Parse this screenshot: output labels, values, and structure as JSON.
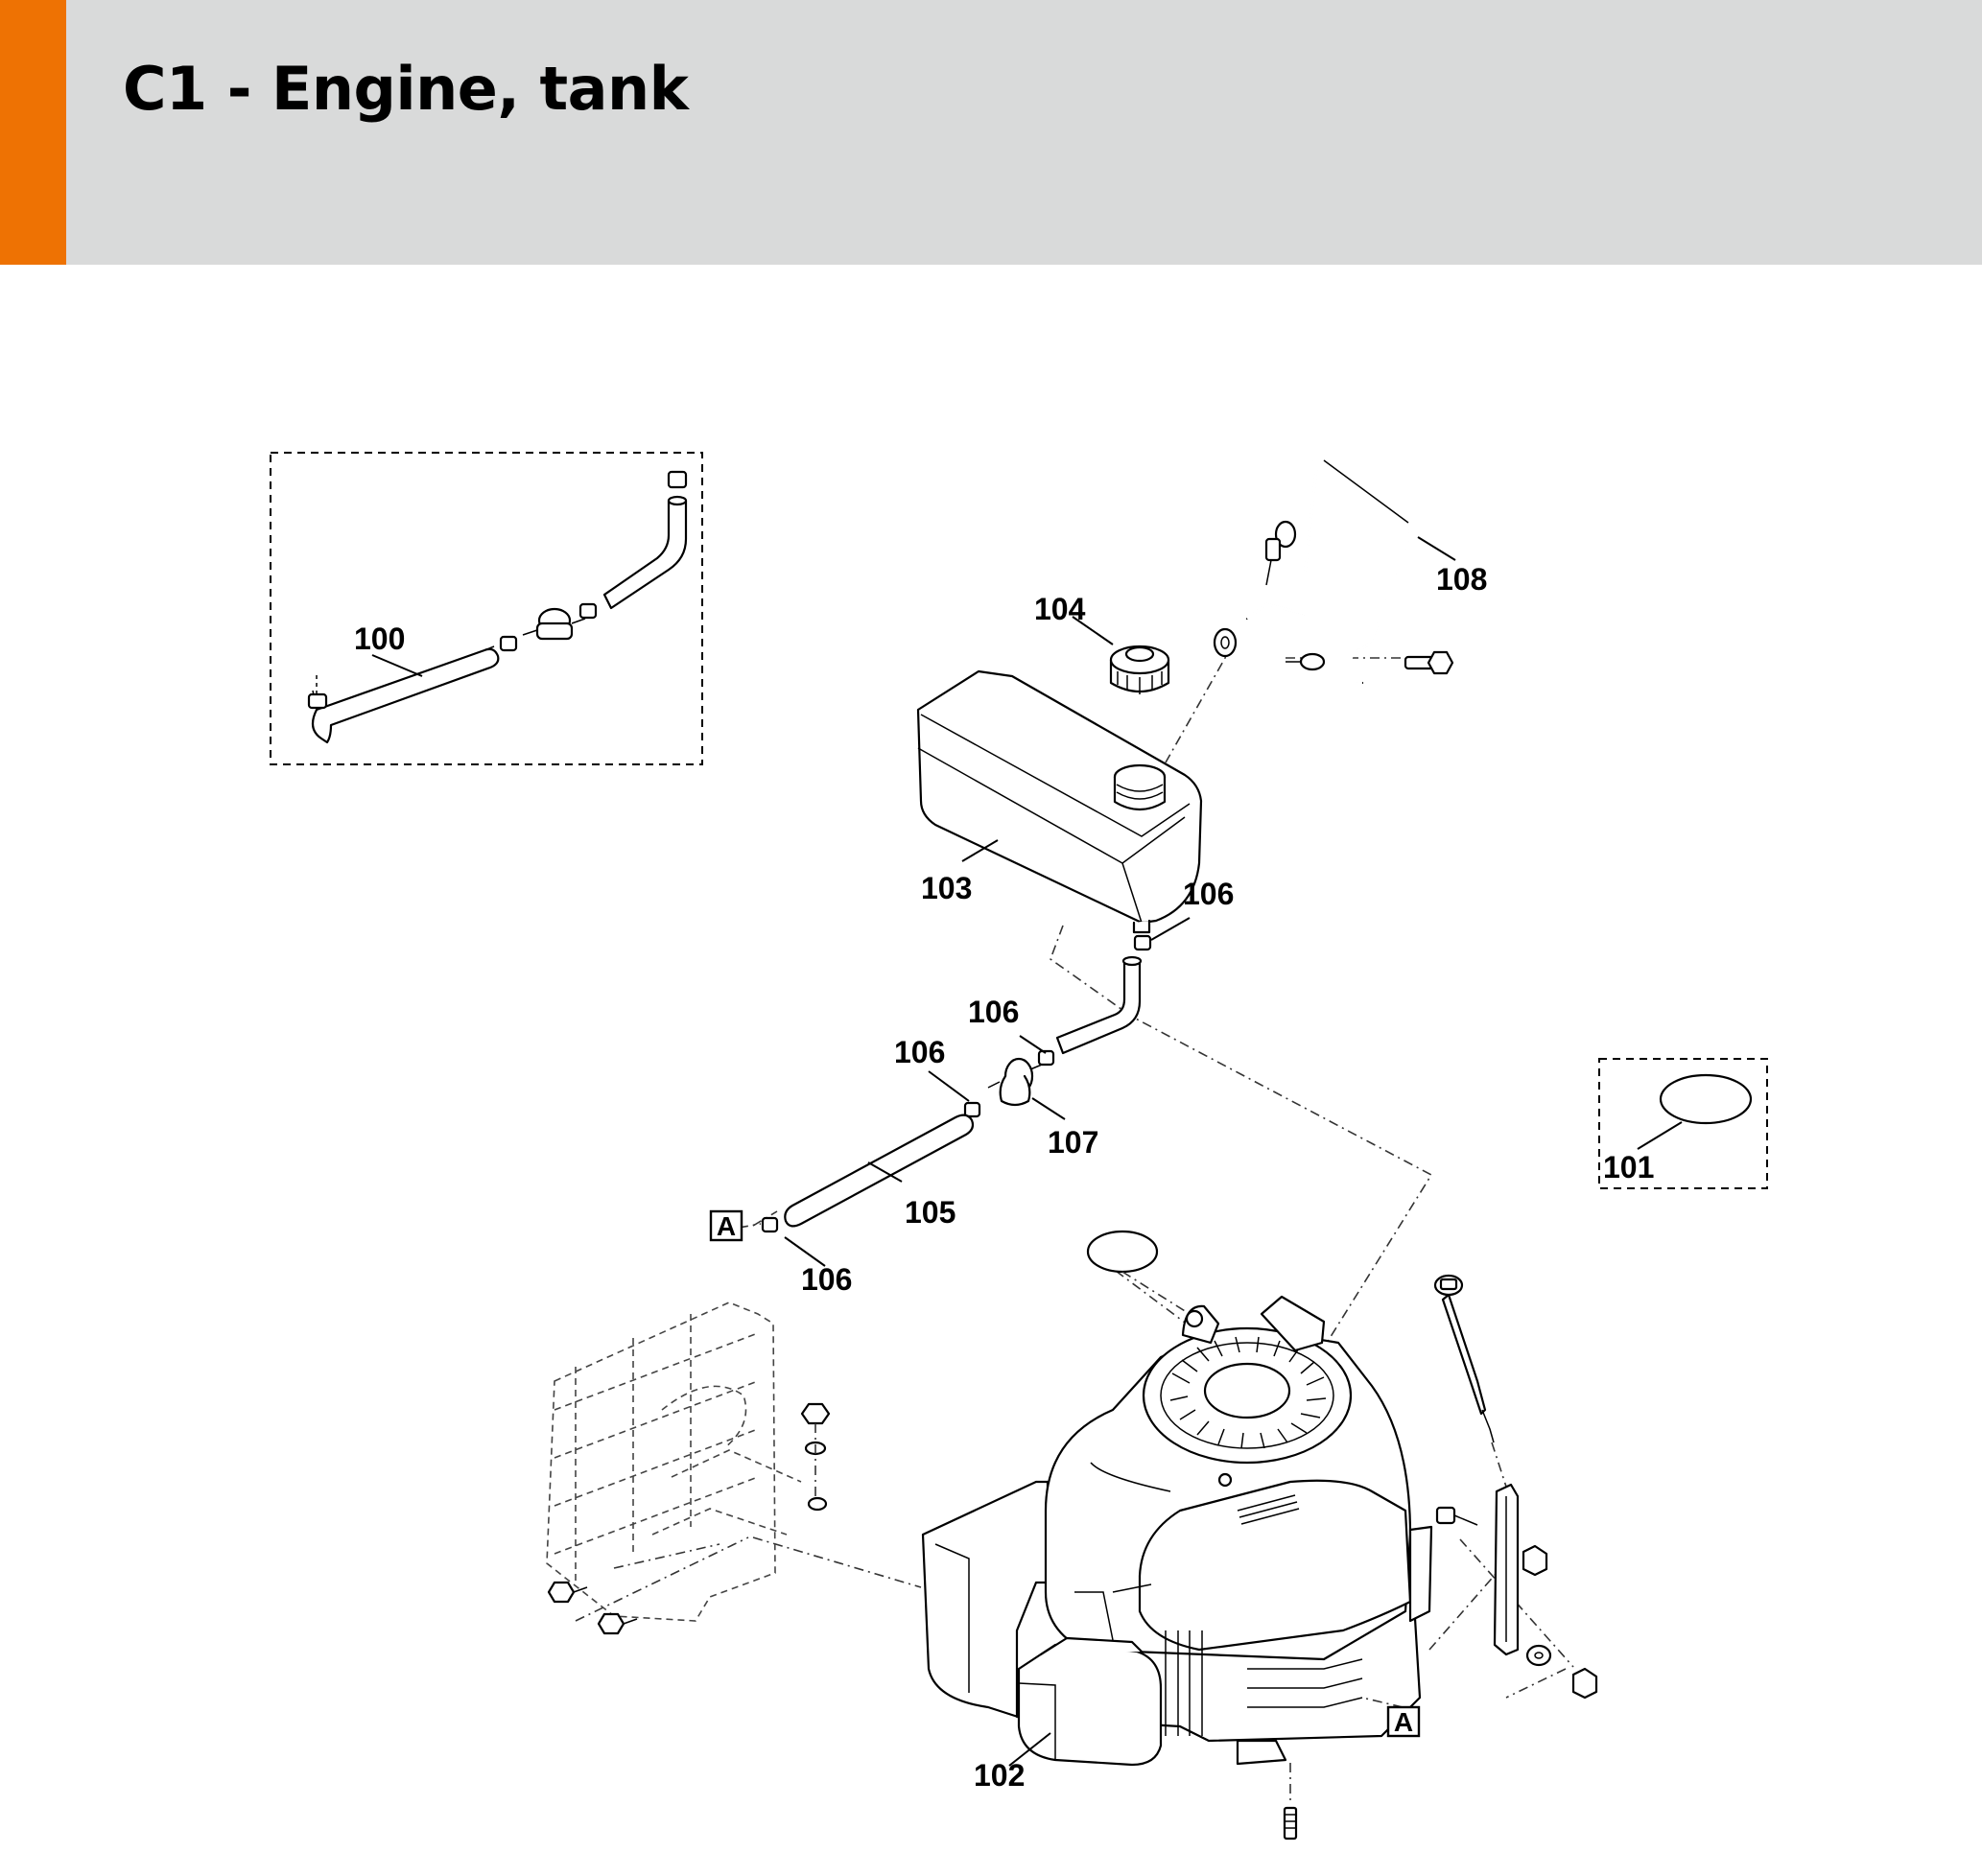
{
  "header": {
    "title": "C1 - Engine, tank",
    "accent_color": "#ee7203",
    "background_color": "#d9dada"
  },
  "diagram": {
    "callouts": [
      {
        "id": "100",
        "label": "100"
      },
      {
        "id": "101",
        "label": "101"
      },
      {
        "id": "102",
        "label": "102"
      },
      {
        "id": "103",
        "label": "103"
      },
      {
        "id": "104",
        "label": "104"
      },
      {
        "id": "105",
        "label": "105"
      },
      {
        "id": "106a",
        "label": "106"
      },
      {
        "id": "106b",
        "label": "106"
      },
      {
        "id": "106c",
        "label": "106"
      },
      {
        "id": "106d",
        "label": "106"
      },
      {
        "id": "107",
        "label": "107"
      },
      {
        "id": "108",
        "label": "108"
      }
    ],
    "reference_markers": [
      {
        "id": "A1",
        "label": "A"
      },
      {
        "id": "A2",
        "label": "A"
      }
    ]
  }
}
